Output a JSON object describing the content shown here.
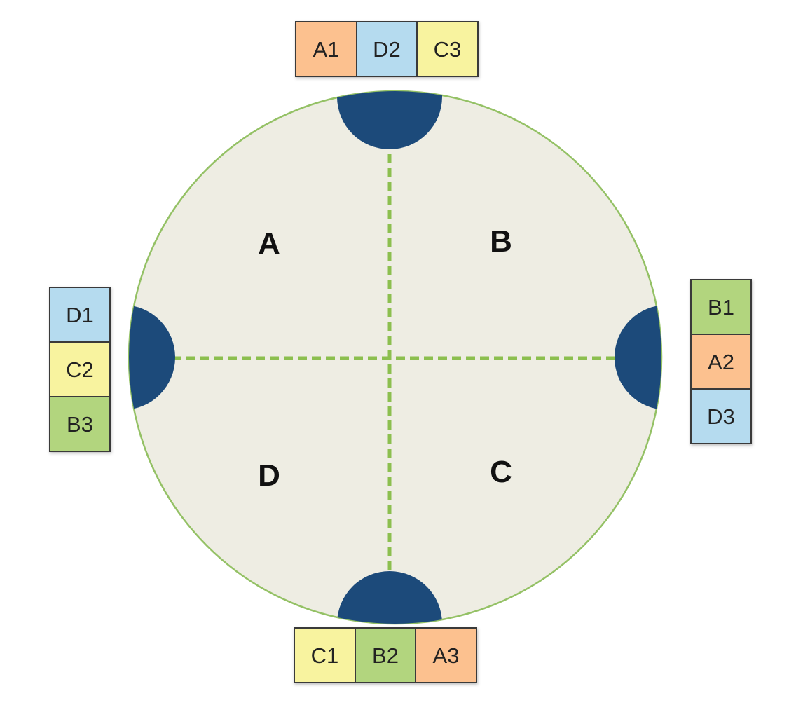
{
  "colors": {
    "background": "#ffffff",
    "disk_fill": "#eeede3",
    "disk_stroke": "#94c165",
    "divider": "#8cbf4f",
    "node_fill": "#1c4a7a",
    "box_stroke": "#3a3a3a",
    "orange": "#fcc18f",
    "blue": "#b5dbef",
    "yellow": "#f8f39f",
    "green": "#b2d57e"
  },
  "quadrants": [
    {
      "id": "A",
      "label": "A"
    },
    {
      "id": "B",
      "label": "B"
    },
    {
      "id": "C",
      "label": "C"
    },
    {
      "id": "D",
      "label": "D"
    }
  ],
  "nodes": [
    {
      "id": "top",
      "boxes": [
        {
          "label": "A1",
          "color": "orange"
        },
        {
          "label": "D2",
          "color": "blue"
        },
        {
          "label": "C3",
          "color": "yellow"
        }
      ]
    },
    {
      "id": "right",
      "boxes": [
        {
          "label": "B1",
          "color": "green"
        },
        {
          "label": "A2",
          "color": "orange"
        },
        {
          "label": "D3",
          "color": "blue"
        }
      ]
    },
    {
      "id": "bottom",
      "boxes": [
        {
          "label": "C1",
          "color": "yellow"
        },
        {
          "label": "B2",
          "color": "green"
        },
        {
          "label": "A3",
          "color": "orange"
        }
      ]
    },
    {
      "id": "left",
      "boxes": [
        {
          "label": "D1",
          "color": "blue"
        },
        {
          "label": "C2",
          "color": "yellow"
        },
        {
          "label": "B3",
          "color": "green"
        }
      ]
    }
  ]
}
